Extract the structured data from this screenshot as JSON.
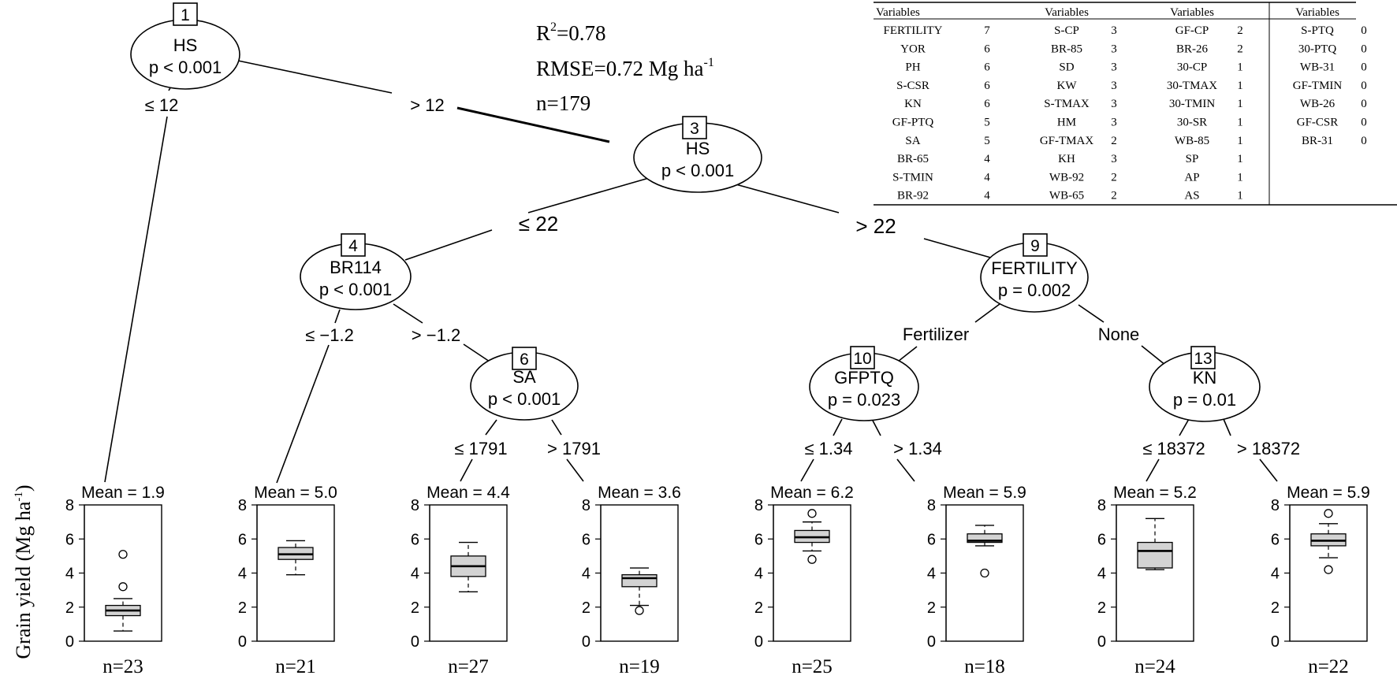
{
  "stats": {
    "r2_prefix": "R",
    "r2_sup": "2",
    "r2_value": "=0.78",
    "rmse": "RMSE=0.72 Mg ha",
    "rmse_sup": "-1",
    "n": "n=179"
  },
  "y_axis": {
    "label": "Grain yield (Mg ha",
    "label_sup": "-1",
    "label_close": ")",
    "ticks": [
      "0",
      "2",
      "4",
      "6",
      "8"
    ]
  },
  "nodes": [
    {
      "id": "1",
      "variable": "HS",
      "p": "p < 0.001"
    },
    {
      "id": "3",
      "variable": "HS",
      "p": "p < 0.001"
    },
    {
      "id": "4",
      "variable": "BR114",
      "p": "p < 0.001"
    },
    {
      "id": "6",
      "variable": "SA",
      "p": "p < 0.001"
    },
    {
      "id": "9",
      "variable": "FERTILITY",
      "p": "p = 0.002"
    },
    {
      "id": "10",
      "variable": "GFPTQ",
      "p": "p = 0.023"
    },
    {
      "id": "13",
      "variable": "KN",
      "p": "p = 0.01"
    }
  ],
  "split_labels": [
    "≤ 12",
    "> 12",
    "≤ 22",
    "> 22",
    "≤ −1.2",
    "> −1.2",
    "≤ 1791",
    "> 1791",
    "Fertilizer",
    "None",
    "≤ 1.34",
    "> 1.34",
    "≤ 18372",
    "> 18372"
  ],
  "chart_data": {
    "type": "boxplot",
    "ylim": [
      0,
      8
    ],
    "ylabel": "Grain yield (Mg ha-1)",
    "terminal_nodes": [
      {
        "mean_label": "Mean = 1.9",
        "n_label": "n=23",
        "min": 0.6,
        "q1": 1.5,
        "median": 1.8,
        "q3": 2.1,
        "max": 2.5,
        "outliers": [
          3.2,
          5.1
        ]
      },
      {
        "mean_label": "Mean = 5.0",
        "n_label": "n=21",
        "min": 3.9,
        "q1": 4.8,
        "median": 5.1,
        "q3": 5.5,
        "max": 5.9,
        "outliers": []
      },
      {
        "mean_label": "Mean = 4.4",
        "n_label": "n=27",
        "min": 2.9,
        "q1": 3.8,
        "median": 4.4,
        "q3": 5.0,
        "max": 5.8,
        "outliers": []
      },
      {
        "mean_label": "Mean = 3.6",
        "n_label": "n=19",
        "min": 2.1,
        "q1": 3.2,
        "median": 3.7,
        "q3": 3.9,
        "max": 4.3,
        "outliers": [
          1.8
        ]
      },
      {
        "mean_label": "Mean = 6.2",
        "n_label": "n=25",
        "min": 5.3,
        "q1": 5.8,
        "median": 6.1,
        "q3": 6.5,
        "max": 7.0,
        "outliers": [
          7.5,
          4.8
        ]
      },
      {
        "mean_label": "Mean = 5.9",
        "n_label": "n=18",
        "min": 5.6,
        "q1": 5.8,
        "median": 5.9,
        "q3": 6.3,
        "max": 6.8,
        "outliers": [
          4.0
        ]
      },
      {
        "mean_label": "Mean = 5.2",
        "n_label": "n=24",
        "min": 4.2,
        "q1": 4.3,
        "median": 5.3,
        "q3": 5.8,
        "max": 7.2,
        "outliers": []
      },
      {
        "mean_label": "Mean = 5.9",
        "n_label": "n=22",
        "min": 4.9,
        "q1": 5.6,
        "median": 5.9,
        "q3": 6.3,
        "max": 6.9,
        "outliers": [
          7.5,
          4.2
        ]
      }
    ]
  },
  "importance_table": {
    "headers": [
      "Variables",
      "",
      "Variables",
      "",
      "Variables",
      "",
      "Variables",
      ""
    ],
    "rows": [
      [
        "FERTILITY",
        "7",
        "S-CP",
        "3",
        "GF-CP",
        "2",
        "S-PTQ",
        "0"
      ],
      [
        "YOR",
        "6",
        "BR-85",
        "3",
        "BR-26",
        "2",
        "30-PTQ",
        "0"
      ],
      [
        "PH",
        "6",
        "SD",
        "3",
        "30-CP",
        "1",
        "WB-31",
        "0"
      ],
      [
        "S-CSR",
        "6",
        "KW",
        "3",
        "30-TMAX",
        "1",
        "GF-TMIN",
        "0"
      ],
      [
        "KN",
        "6",
        "S-TMAX",
        "3",
        "30-TMIN",
        "1",
        "WB-26",
        "0"
      ],
      [
        "GF-PTQ",
        "5",
        "HM",
        "3",
        "30-SR",
        "1",
        "GF-CSR",
        "0"
      ],
      [
        "SA",
        "5",
        "GF-TMAX",
        "2",
        "WB-85",
        "1",
        "BR-31",
        "0"
      ],
      [
        "BR-65",
        "4",
        "KH",
        "3",
        "SP",
        "1",
        "",
        ""
      ],
      [
        "S-TMIN",
        "4",
        "WB-92",
        "2",
        "AP",
        "1",
        "",
        ""
      ],
      [
        "BR-92",
        "4",
        "WB-65",
        "2",
        "AS",
        "1",
        "",
        ""
      ]
    ]
  }
}
